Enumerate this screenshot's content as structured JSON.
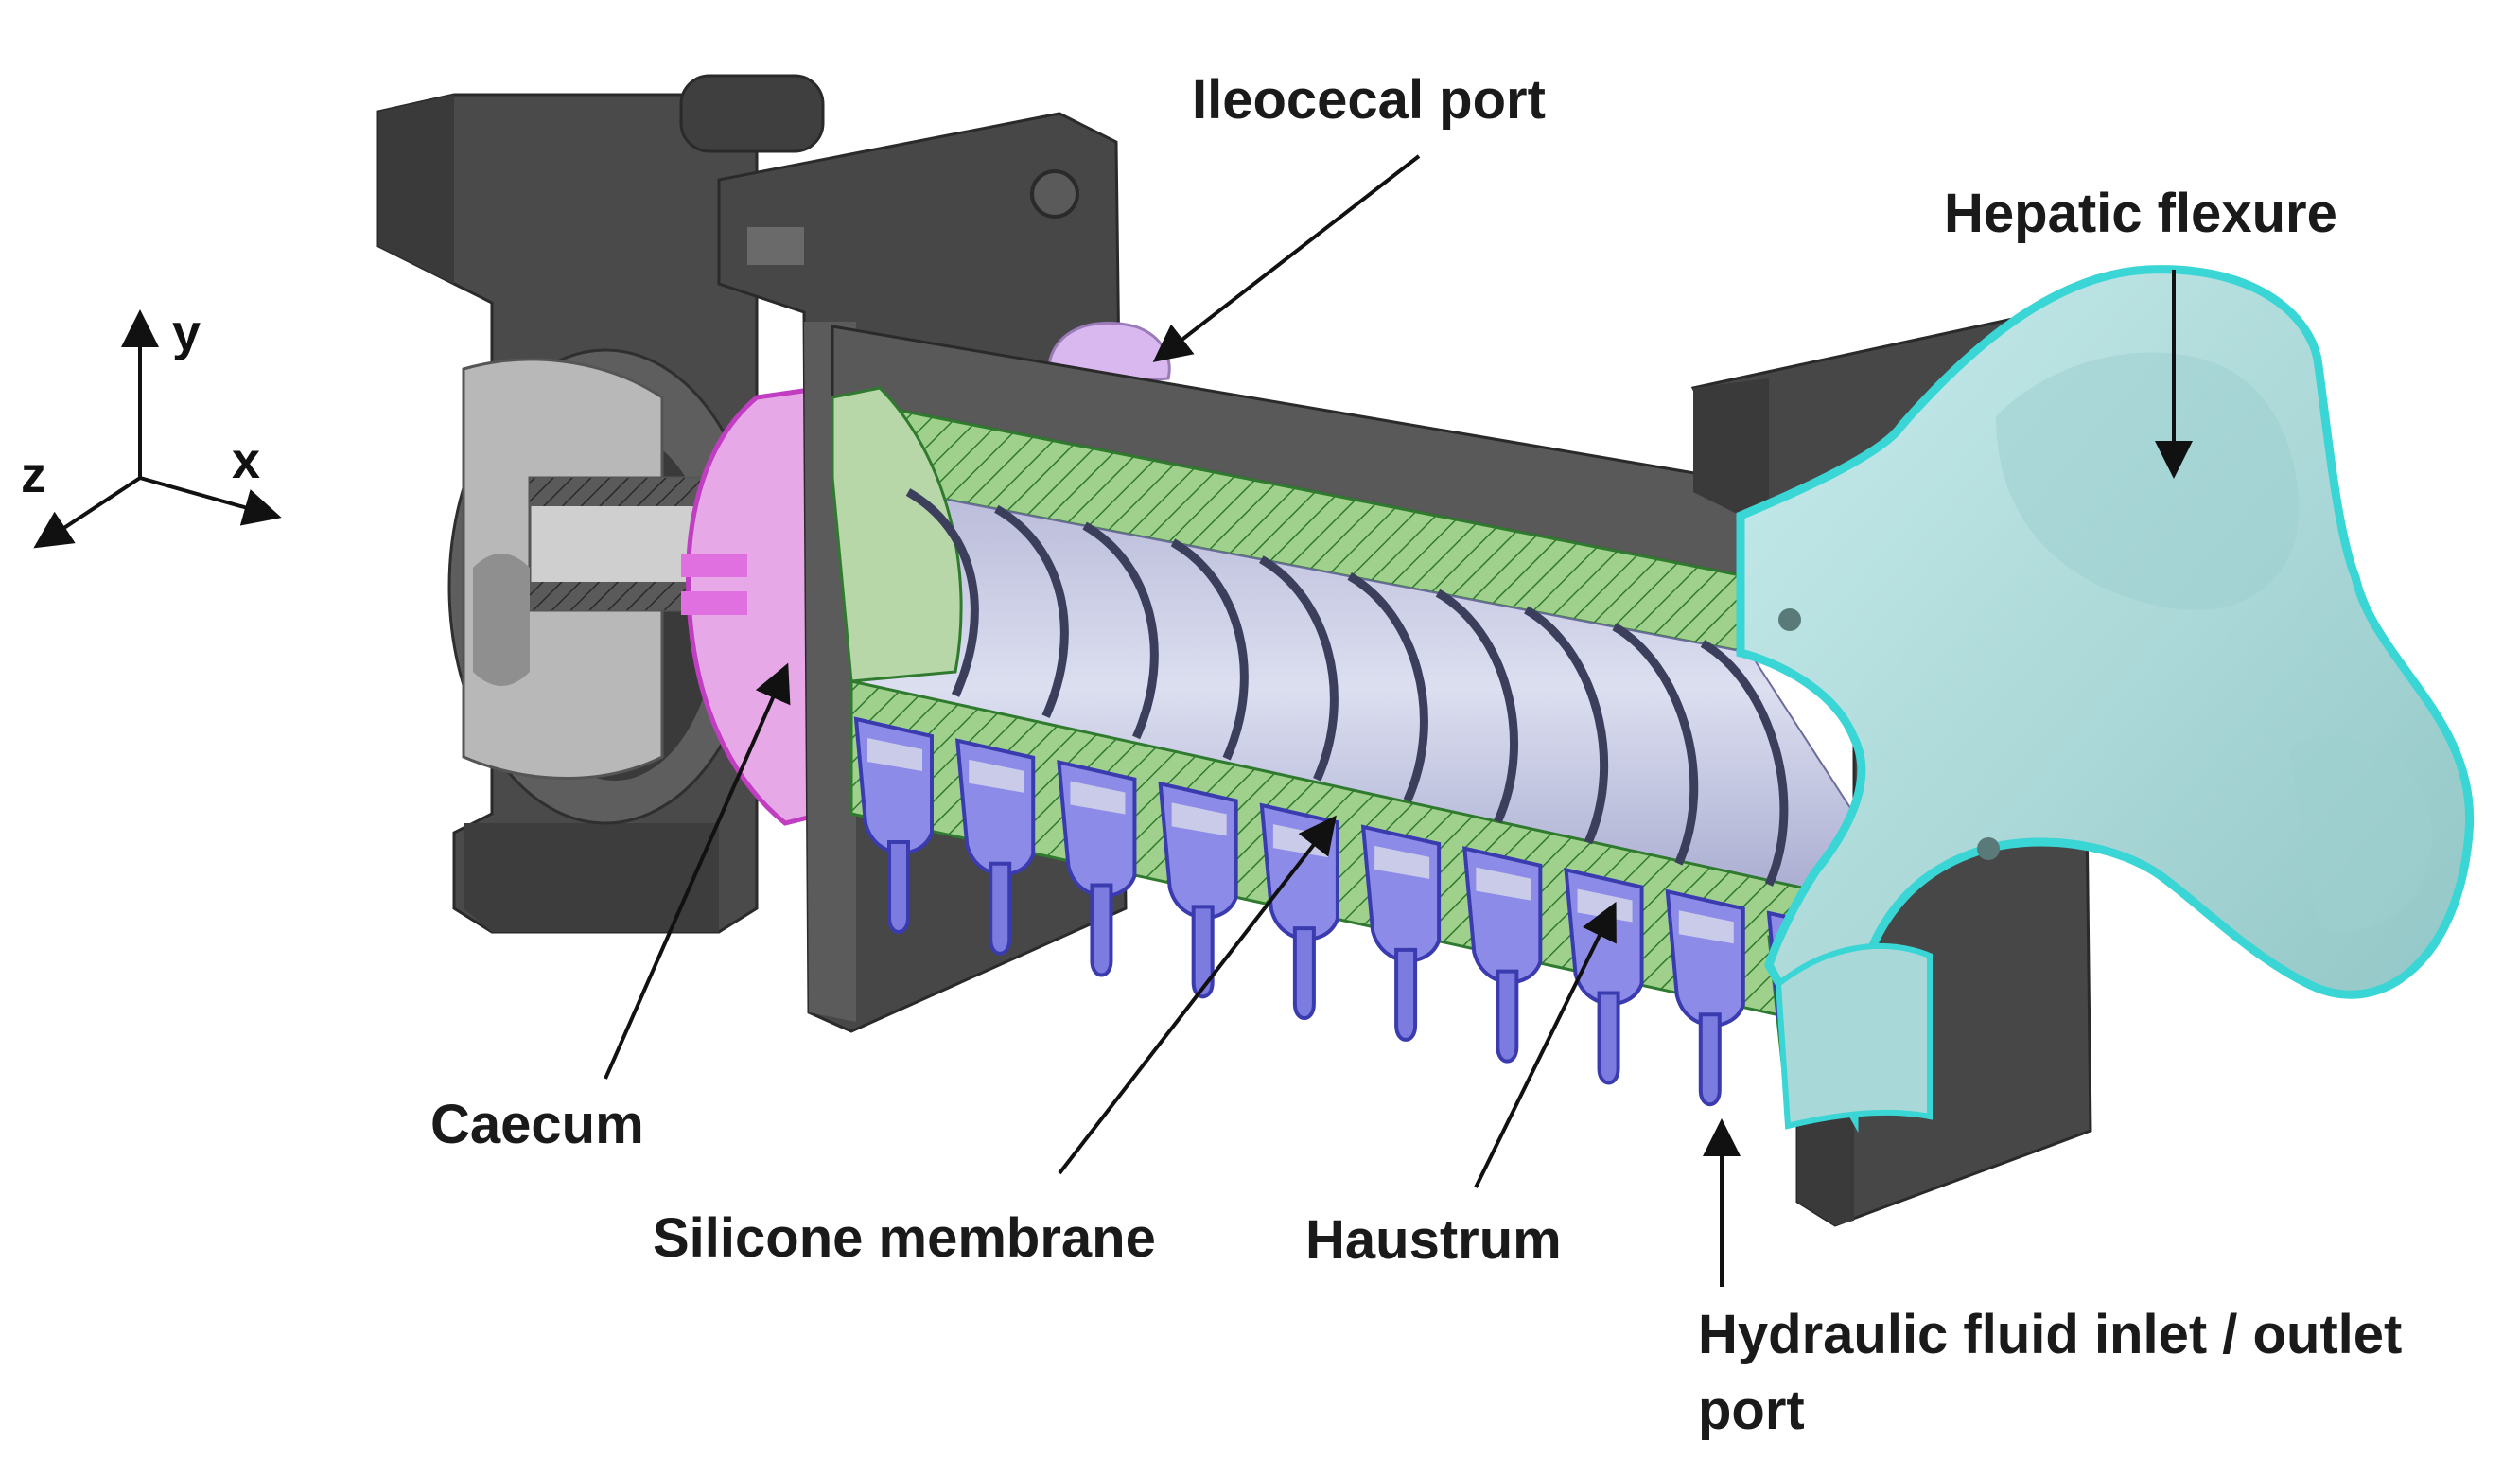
{
  "labels": {
    "ileocecal_port": "Ileocecal port",
    "hepatic_flexure": "Hepatic flexure",
    "caecum": "Caecum",
    "silicone_membrane": "Silicone membrane",
    "haustrum": "Haustrum",
    "hydraulic_line1": "Hydraulic fluid inlet / outlet",
    "hydraulic_line2": "port"
  },
  "axes": {
    "y": "y",
    "x": "x",
    "z": "z"
  },
  "colors": {
    "housing": "#4a4a4a",
    "housing_dark": "#333333",
    "housing_light": "#6a6a6a",
    "frame_green": "#9fd08c",
    "frame_green_dark": "#2f7a2f",
    "membrane_blue": "#8c8ce8",
    "membrane_blue_dark": "#3b3bb0",
    "haustra_lavender": "#c9cbe8",
    "caecum_pink": "#e6a8e6",
    "caecum_pink_dark": "#c13dc1",
    "flexure_teal": "#b5e0e0",
    "flexure_teal_edge": "#3ad6d6",
    "axis_black": "#111111",
    "text": "#1a1a1a"
  }
}
